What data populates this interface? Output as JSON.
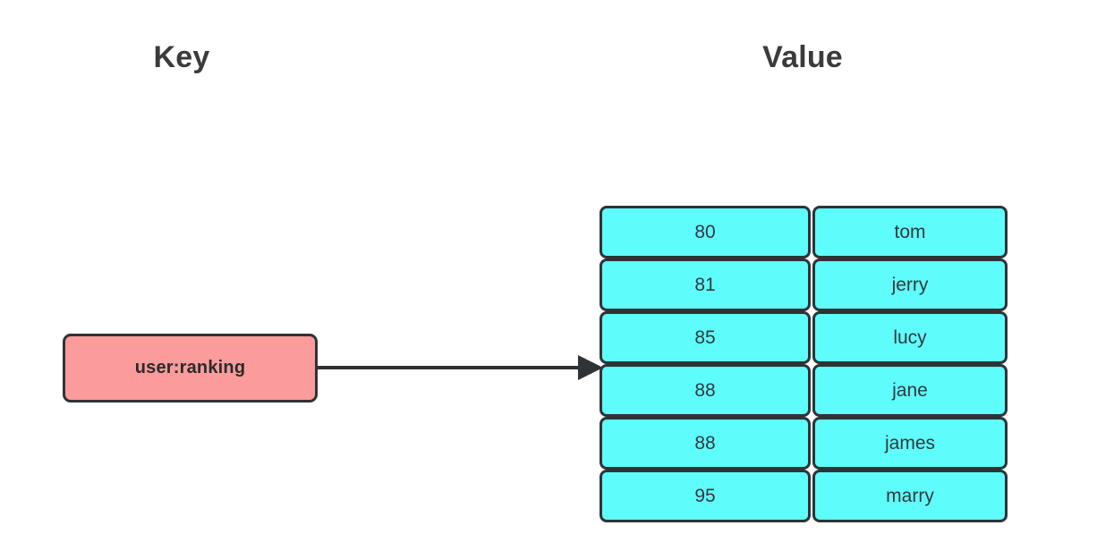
{
  "headers": {
    "key": "Key",
    "value": "Value"
  },
  "key_node": {
    "label": "user:ranking",
    "fill_color": "#fb9b9b",
    "border_color": "#2f3336"
  },
  "connector": {
    "name": "arrow",
    "style": "solid-line-with-triangle-arrowhead",
    "color": "#2f3336"
  },
  "value_table": {
    "fill_color": "#5ffcfc",
    "border_color": "#2f3336",
    "text_color": "#34393d",
    "rows": [
      {
        "score": "80",
        "member": "tom"
      },
      {
        "score": "81",
        "member": "jerry"
      },
      {
        "score": "85",
        "member": "lucy"
      },
      {
        "score": "88",
        "member": "jane"
      },
      {
        "score": "88",
        "member": "james"
      },
      {
        "score": "95",
        "member": "marry"
      }
    ]
  }
}
